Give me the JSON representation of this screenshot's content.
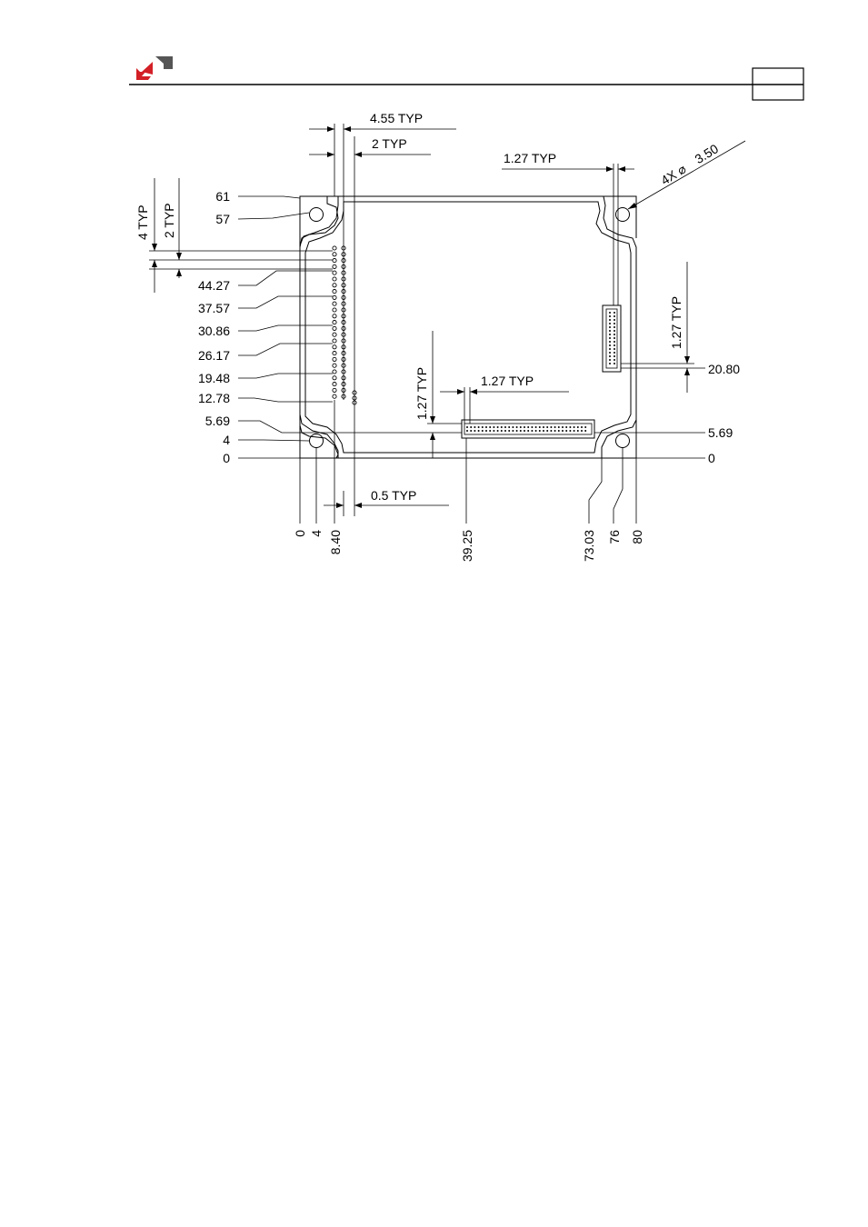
{
  "header": {
    "logo_icon": "company-logo-icon",
    "logo_colors": {
      "red": "#d32027",
      "gray": "#555555"
    },
    "page_box_text": ""
  },
  "drawing": {
    "dims": {
      "pitch_top_4_55": "4.55 TYP",
      "pitch_top_2": "2  TYP",
      "pitch_1_27_top_right": "1.27 TYP",
      "hole_callout_prefix": "4X ⌀",
      "hole_callout_value": "3.50",
      "left_4_typ": "4   TYP",
      "left_2_typ": "2  TYP",
      "bottom_1_27_vertical": "1.27  TYP",
      "bottom_1_27_horizontal": "1.27  TYP",
      "right_1_27_vertical": "1.27  TYP",
      "pitch_0_5": "0.5 TYP"
    },
    "y_labels_left": [
      "61",
      "57",
      "44.27",
      "37.57",
      "30.86",
      "26.17",
      "19.48",
      "12.78",
      "5.69",
      "4",
      "0"
    ],
    "y_labels_right": [
      "20.80",
      "5.69",
      "0"
    ],
    "x_labels_bottom": [
      "0",
      "4",
      "8.40",
      "39.25",
      "73.03",
      "76",
      "80"
    ]
  }
}
